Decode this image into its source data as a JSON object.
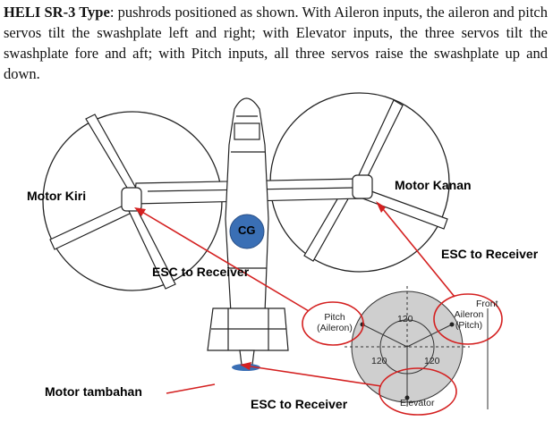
{
  "paragraph": {
    "lead": "HELI SR-3 Type",
    "body": ": pushrods positioned as shown. With Aileron inputs, the aileron and pitch servos tilt the swashplate left and right; with Elevator inputs, the three servos tilt the swashplate fore and aft; with Pitch inputs, all three servos raise the swashplate up and down."
  },
  "labels": {
    "motor_left": "Motor Kiri",
    "motor_right": "Motor Kanan",
    "cg": "CG",
    "esc_center": "ESC to Receiver",
    "esc_right": "ESC to Receiver",
    "esc_bottom": "ESC to Receiver",
    "motor_extra": "Motor tambahan"
  },
  "swashplate": {
    "pitch_servo": [
      "Pitch",
      "(Aileron)"
    ],
    "aileron_servo": [
      "Aileron",
      "(Pitch)"
    ],
    "elevator_servo": "Elevator",
    "front": "Front",
    "angle_top": "120",
    "angle_left": "120",
    "angle_right": "120"
  },
  "colors": {
    "annotation_red": "#d42020",
    "cg_blue": "#3a6fb5",
    "swash_gray": "#cfcfcf"
  }
}
